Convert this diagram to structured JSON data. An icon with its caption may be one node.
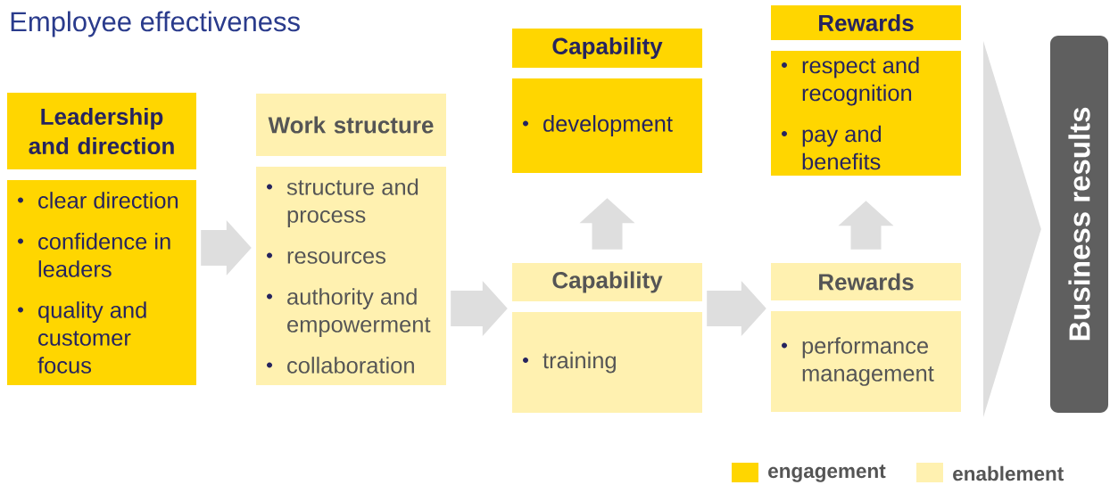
{
  "diagram": {
    "title": "Employee effectiveness",
    "nodes": [
      {
        "text": [
          "Leadership and direction"
        ]
      },
      {
        "text": [
          "clear direction",
          "confidence in leaders",
          "quality and customer focus"
        ]
      },
      {
        "text": [
          "Work structure"
        ]
      },
      {
        "text": [
          "structure and process",
          "resources",
          "authority and empowerment",
          "collaboration"
        ]
      },
      {
        "text": [
          "Capability"
        ]
      },
      {
        "text": [
          "development"
        ]
      },
      {
        "text": [
          "Capability"
        ]
      },
      {
        "text": [
          "training"
        ]
      },
      {
        "text": [
          "Rewards"
        ]
      },
      {
        "text": [
          "respect and recognition",
          "pay and benefits"
        ]
      },
      {
        "text": [
          "Rewards"
        ]
      },
      {
        "text": [
          "performance management"
        ]
      },
      {
        "text": [
          "Business results"
        ]
      }
    ],
    "edges": [
      {
        "from": 1,
        "to": 3,
        "arrow": "to"
      },
      {
        "from": 3,
        "to": 7,
        "arrow": "to"
      },
      {
        "from": 6,
        "to": 5,
        "arrow": "to"
      },
      {
        "from": 7,
        "to": 11,
        "arrow": "to"
      },
      {
        "from": 10,
        "to": 9,
        "arrow": "to"
      },
      {
        "from": null,
        "to": 12,
        "arrow": "to"
      }
    ],
    "legend": [
      {
        "text": "engagement",
        "color": "#ffd600"
      },
      {
        "text": "enablement",
        "color": "#fff1b0"
      }
    ]
  }
}
